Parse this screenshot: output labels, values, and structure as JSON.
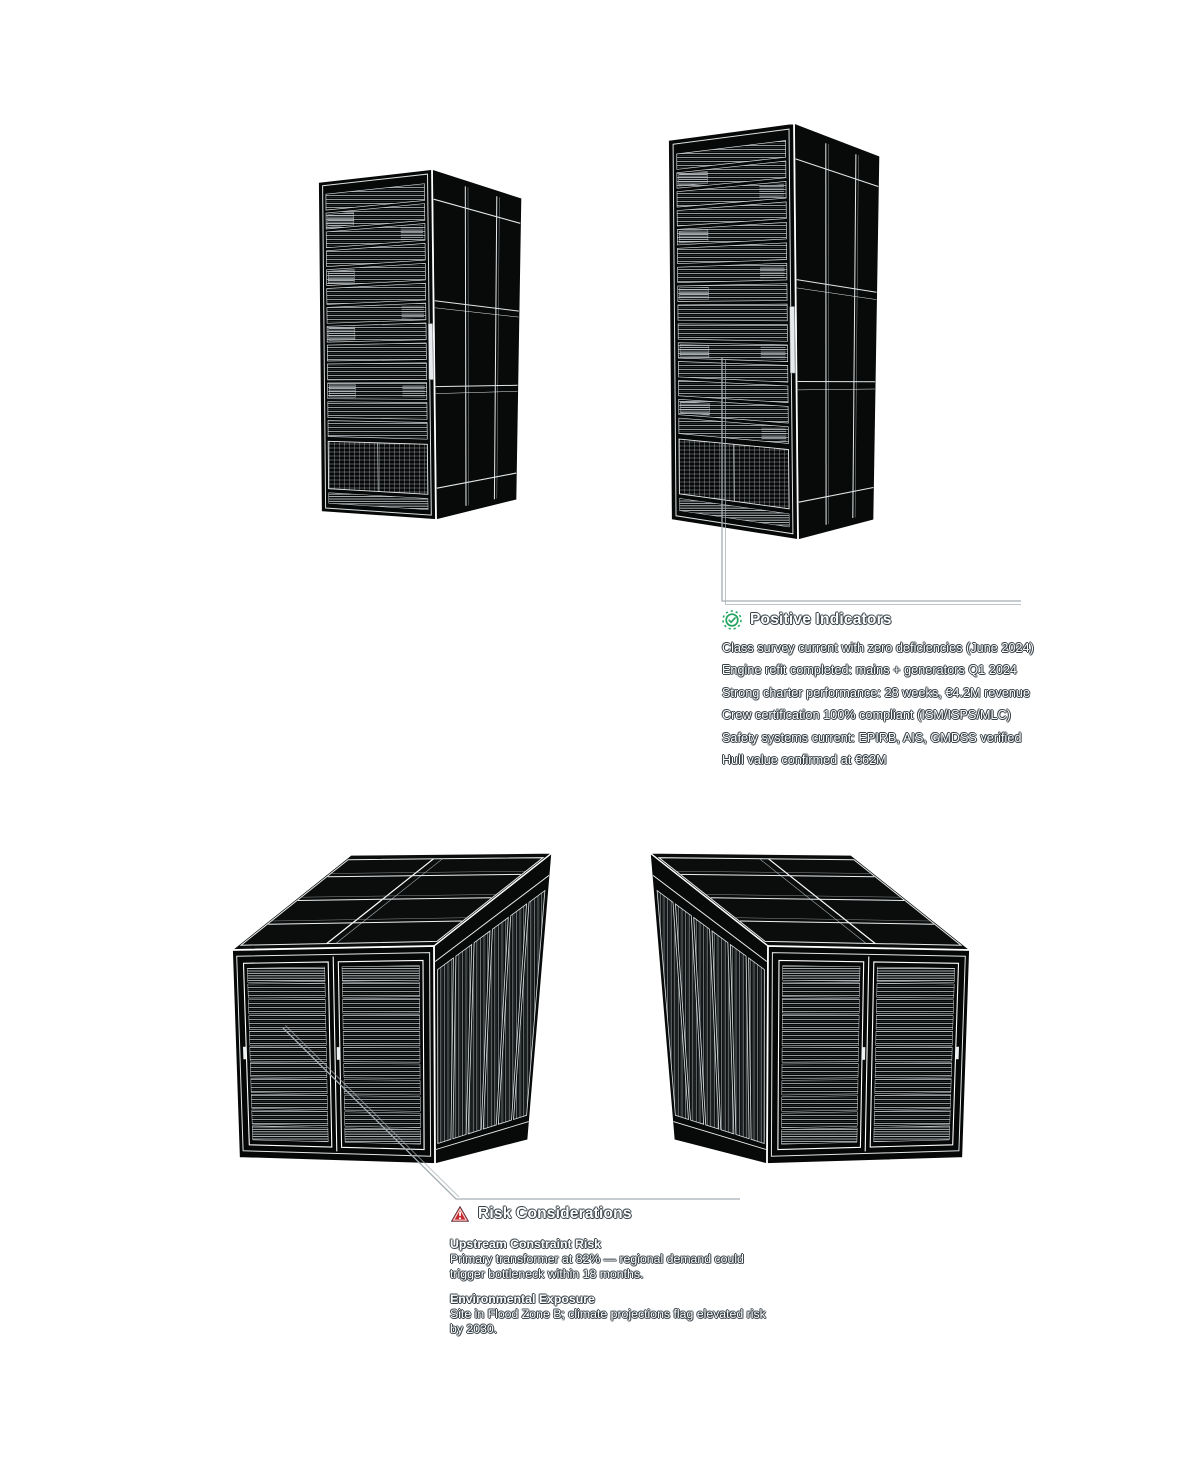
{
  "colors": {
    "background": "#ffffff",
    "artwork_ink": "#0a0c0c",
    "artwork_line": "#ffffff",
    "leader_line": "#a3adb2",
    "positive_accent": "#22a55f",
    "risk_accent": "#c5292e"
  },
  "illustrations": {
    "top_left": "server-rack-cabinet",
    "top_right": "server-rack-cabinet",
    "bottom_left": "containerized-server-module",
    "bottom_right": "containerized-server-module"
  },
  "annotations": {
    "positive": {
      "icon": "check-badge",
      "title": "Positive Indicators",
      "items": [
        "Class survey current with zero deficiencies (June 2024)",
        "Engine refit completed: mains + generators Q1 2024",
        "Strong charter performance: 28 weeks, €4.2M revenue",
        "Crew certification 100% compliant (ISM/ISPS/MLC)",
        "Safety systems current: EPIRB, AIS, GMDSS verified",
        "Hull value confirmed at €62M"
      ]
    },
    "risk": {
      "icon": "warning-triangle",
      "title": "Risk Considerations",
      "sections": [
        {
          "heading": "Upstream Constraint Risk",
          "lines": [
            "Primary transformer at 82% — regional demand could",
            "trigger bottleneck within 18 months."
          ]
        },
        {
          "heading": "Environmental Exposure",
          "lines": [
            "Site in Flood Zone B; climate projections flag elevated risk",
            "by 2030."
          ]
        }
      ]
    }
  }
}
